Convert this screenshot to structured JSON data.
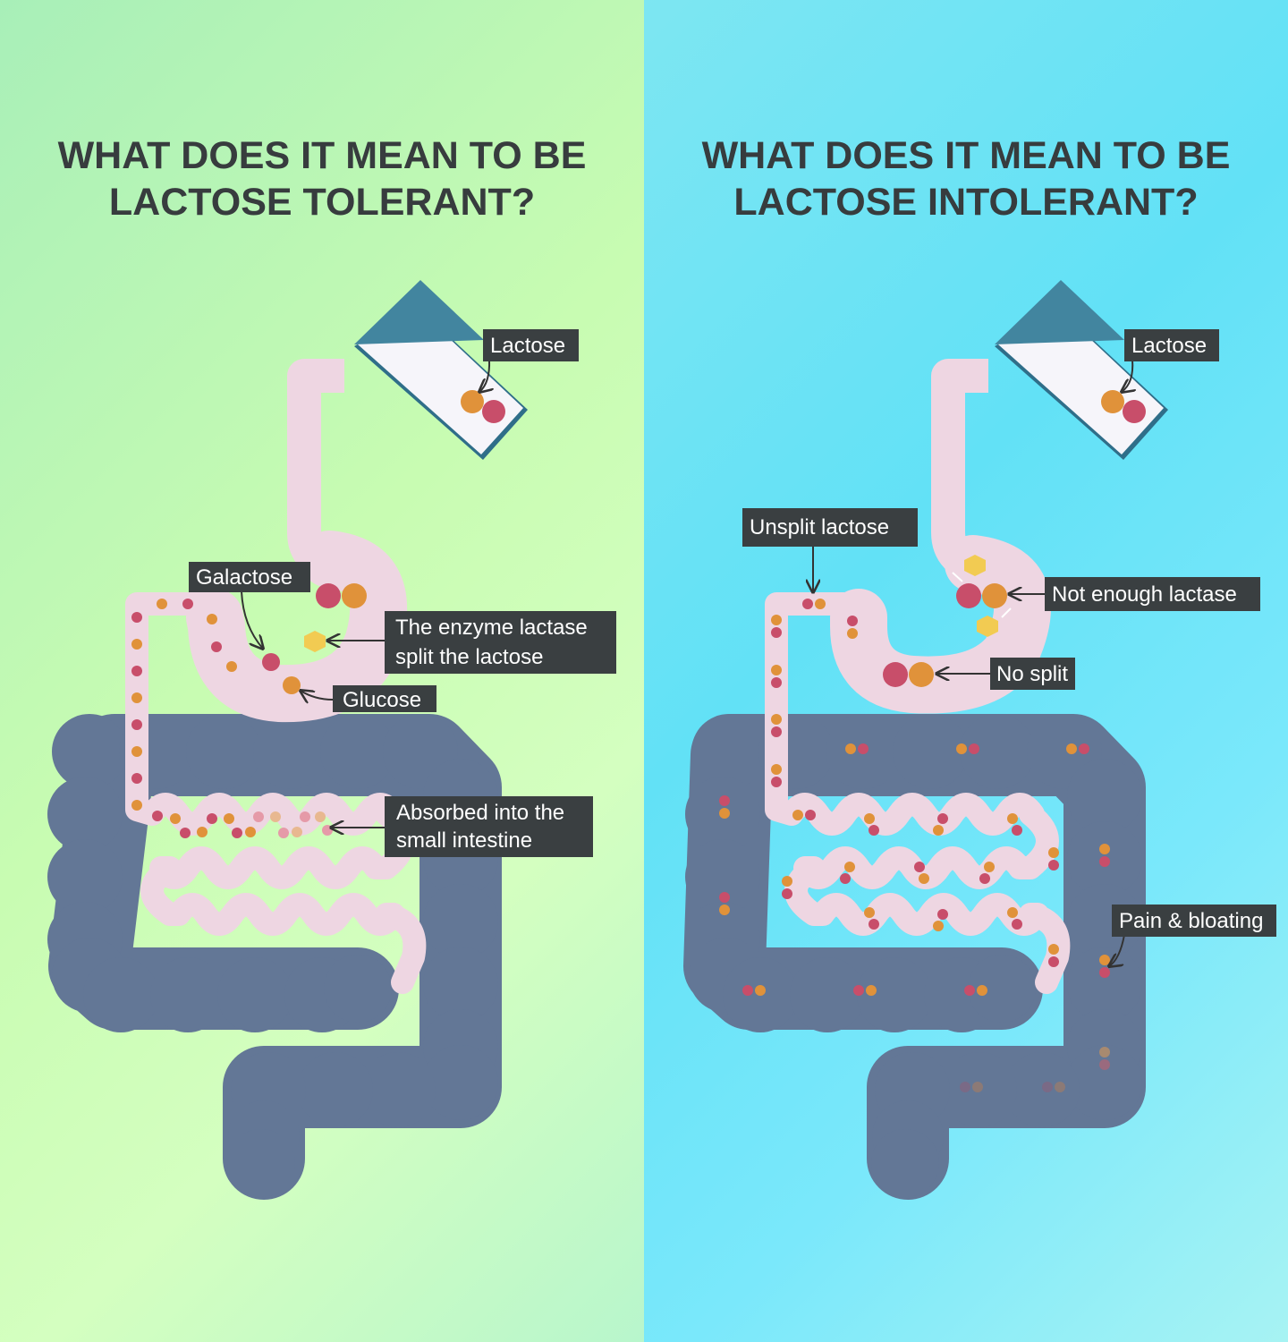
{
  "left": {
    "title_line1": "WHAT DOES IT MEAN TO BE",
    "title_line2": "LACTOSE TOLERANT?",
    "labels": {
      "lactose": "Lactose",
      "galactose": "Galactose",
      "enzyme_line1": "The enzyme lactase",
      "enzyme_line2": "split the lactose",
      "glucose": "Glucose",
      "absorbed_line1": "Absorbed into the",
      "absorbed_line2": "small intestine"
    }
  },
  "right": {
    "title_line1": "WHAT DOES IT MEAN TO BE",
    "title_line2": "LACTOSE INTOLERANT?",
    "labels": {
      "lactose": "Lactose",
      "unsplit": "Unsplit lactose",
      "not_enough": "Not enough lactase",
      "no_split": "No split",
      "pain": "Pain & bloating"
    }
  },
  "colors": {
    "left_bg": "#c8fcb2",
    "right_bg": "#62e1f6",
    "large_intestine": "#637796",
    "small_intestine": "#eed6e2",
    "glucose": "#e0923a",
    "galactose": "#c84e6a",
    "lactase": "#f2cb52",
    "carton_top": "#42859f",
    "label_bg": "#3a3f41"
  },
  "icons": [
    "milk-carton-icon",
    "stomach-icon",
    "large-intestine-icon",
    "small-intestine-icon"
  ]
}
